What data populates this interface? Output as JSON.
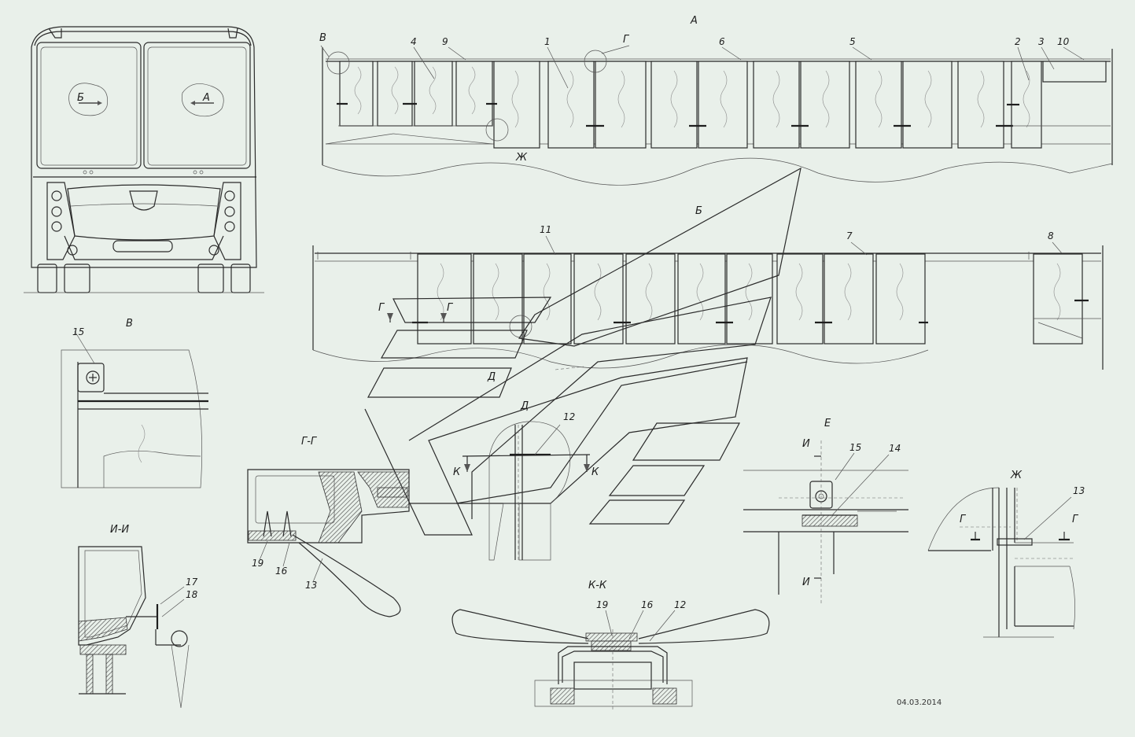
{
  "views": {
    "main_top": "А",
    "main_bottom": "Б",
    "detail_v": "В",
    "detail_g": "Г",
    "detail_d": "Д",
    "detail_e": "Е",
    "detail_zh": "Ж",
    "detail_k": "К"
  },
  "sections": {
    "gg": "Г-Г",
    "ii": "И-И",
    "kk": "К-К"
  },
  "front_view_marks": {
    "b": "Б",
    "a": "А"
  },
  "cut_marks": {
    "g": "Г",
    "k": "К",
    "i": "И"
  },
  "callouts": [
    "1",
    "2",
    "3",
    "4",
    "5",
    "6",
    "7",
    "8",
    "9",
    "10",
    "11",
    "12",
    "13",
    "14",
    "15",
    "16",
    "17",
    "18",
    "19"
  ],
  "date": "04.03.2014",
  "colors": {
    "background": "#e9f0ea",
    "line": "#2b2b2b"
  }
}
